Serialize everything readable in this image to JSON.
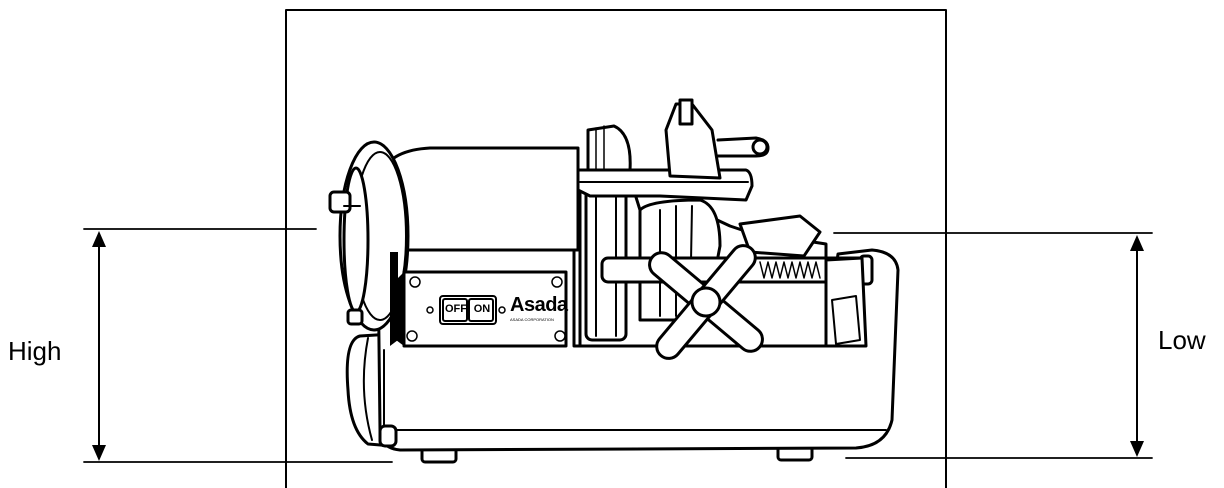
{
  "dimensions": {
    "high_label": "High",
    "low_label": "Low"
  },
  "control_panel": {
    "off_label": "OFF",
    "on_label": "ON",
    "brand": "Asada",
    "brand_sub": "ASADA CORPORATION"
  },
  "colors": {
    "line": "#000000",
    "fill": "#ffffff"
  }
}
